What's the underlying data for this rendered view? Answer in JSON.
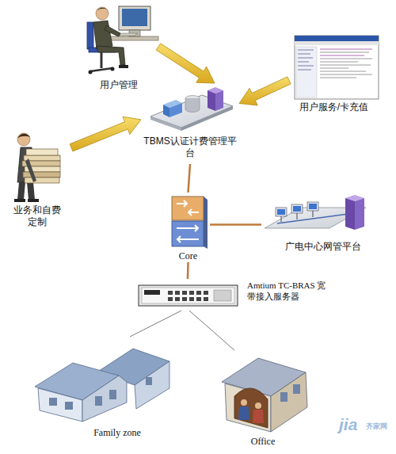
{
  "diagram": {
    "nodes": [
      {
        "text": [
          "用户管理"
        ]
      },
      {
        "text": [
          "用户服务/卡充值"
        ]
      },
      {
        "text": [
          "业务和自费定制"
        ]
      },
      {
        "text": [
          "TBMS认证计费管理平台"
        ]
      },
      {
        "text": [
          "Core"
        ]
      },
      {
        "text": [
          "广电中心网管平台"
        ]
      },
      {
        "text": [
          "Amtium TC-BRAS 宽带接入服务器"
        ]
      },
      {
        "text": [
          "Family zone"
        ]
      },
      {
        "text": [
          "Office"
        ]
      }
    ],
    "edges": [
      {
        "from": 0,
        "to": 3,
        "arrow": "to"
      },
      {
        "from": 1,
        "to": 3,
        "arrow": "to"
      },
      {
        "from": 2,
        "to": 3,
        "arrow": "to"
      },
      {
        "from": 3,
        "to": 4,
        "arrow": "none"
      },
      {
        "from": 4,
        "to": 5,
        "arrow": "none"
      },
      {
        "from": 4,
        "to": 6,
        "arrow": "none"
      },
      {
        "from": 6,
        "to": 7,
        "arrow": "none"
      },
      {
        "from": 6,
        "to": 8,
        "arrow": "none"
      }
    ],
    "labels": [
      "jia",
      "齐家网"
    ]
  }
}
